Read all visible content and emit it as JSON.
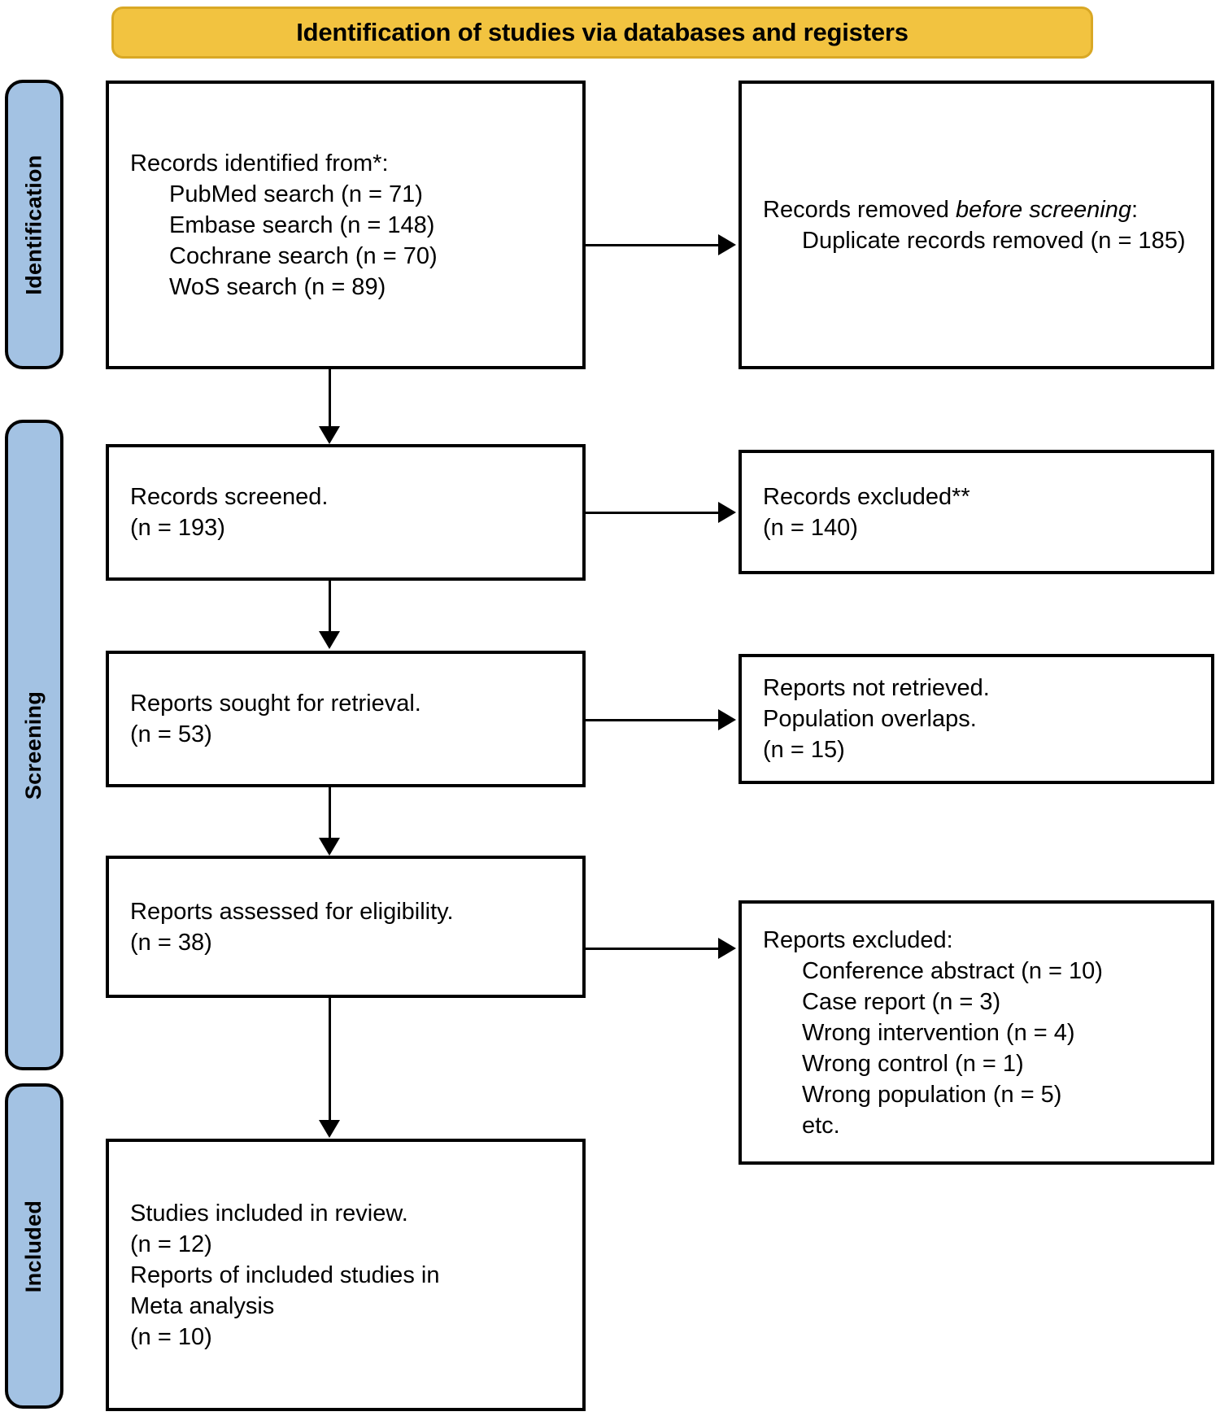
{
  "banner": {
    "title": "Identification of studies via databases and registers"
  },
  "stages": [
    {
      "key": "identification",
      "label": "Identification"
    },
    {
      "key": "screening",
      "label": "Screening"
    },
    {
      "key": "included",
      "label": "Included"
    }
  ],
  "boxes": {
    "records_identified": {
      "name": "records-identified-box",
      "lines": [
        "Records identified from*:",
        "PubMed search (n = 71)",
        "Embase search (n = 148)",
        "Cochrane search (n = 70)",
        "WoS search (n = 89)"
      ]
    },
    "records_removed": {
      "name": "records-removed-box",
      "title_prefix": "Records removed ",
      "title_italic": "before screening",
      "title_suffix": ":",
      "detail": "Duplicate records removed (n = 185)"
    },
    "records_screened": {
      "name": "records-screened-box",
      "lines": [
        "Records screened.",
        "(n = 193)"
      ]
    },
    "records_excluded": {
      "name": "records-excluded-box",
      "lines": [
        "Records excluded**",
        "(n = 140)"
      ]
    },
    "reports_sought": {
      "name": "reports-sought-box",
      "lines": [
        "Reports sought for retrieval.",
        "(n = 53)"
      ]
    },
    "reports_not_retrieved": {
      "name": "reports-not-retrieved-box",
      "lines": [
        "Reports not retrieved.",
        "Population overlaps.",
        "(n = 15)"
      ]
    },
    "reports_assessed": {
      "name": "reports-assessed-box",
      "lines": [
        "Reports assessed for eligibility.",
        "(n = 38)"
      ]
    },
    "reports_excluded": {
      "name": "reports-excluded-box",
      "heading": "Reports excluded:",
      "reasons": [
        "Conference abstract (n = 10)",
        "Case report (n = 3)",
        "Wrong intervention (n = 4)",
        "Wrong control (n = 1)",
        "Wrong population (n = 5)",
        "etc."
      ]
    },
    "studies_included": {
      "name": "studies-included-box",
      "lines": [
        "Studies included in review.",
        "(n = 12)",
        "Reports of included studies in",
        "Meta analysis",
        "(n = 10)"
      ]
    }
  },
  "colors": {
    "banner_fill": "#F2C340",
    "banner_stroke": "#D9A825",
    "stage_fill": "#A3C2E3",
    "stroke": "#000000",
    "box_fill": "#FFFFFF"
  }
}
